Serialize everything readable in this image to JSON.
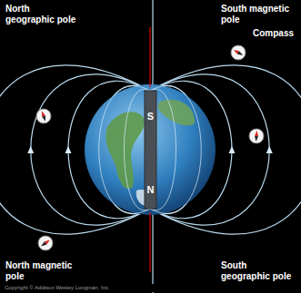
{
  "diagram": {
    "labels": [
      "North geographic pole",
      "South magnetic pole",
      "Compass",
      "S",
      "N",
      "North magnetic pole",
      "South geographic pole",
      "Copyright © Addison Wesley Longman, Inc."
    ]
  }
}
